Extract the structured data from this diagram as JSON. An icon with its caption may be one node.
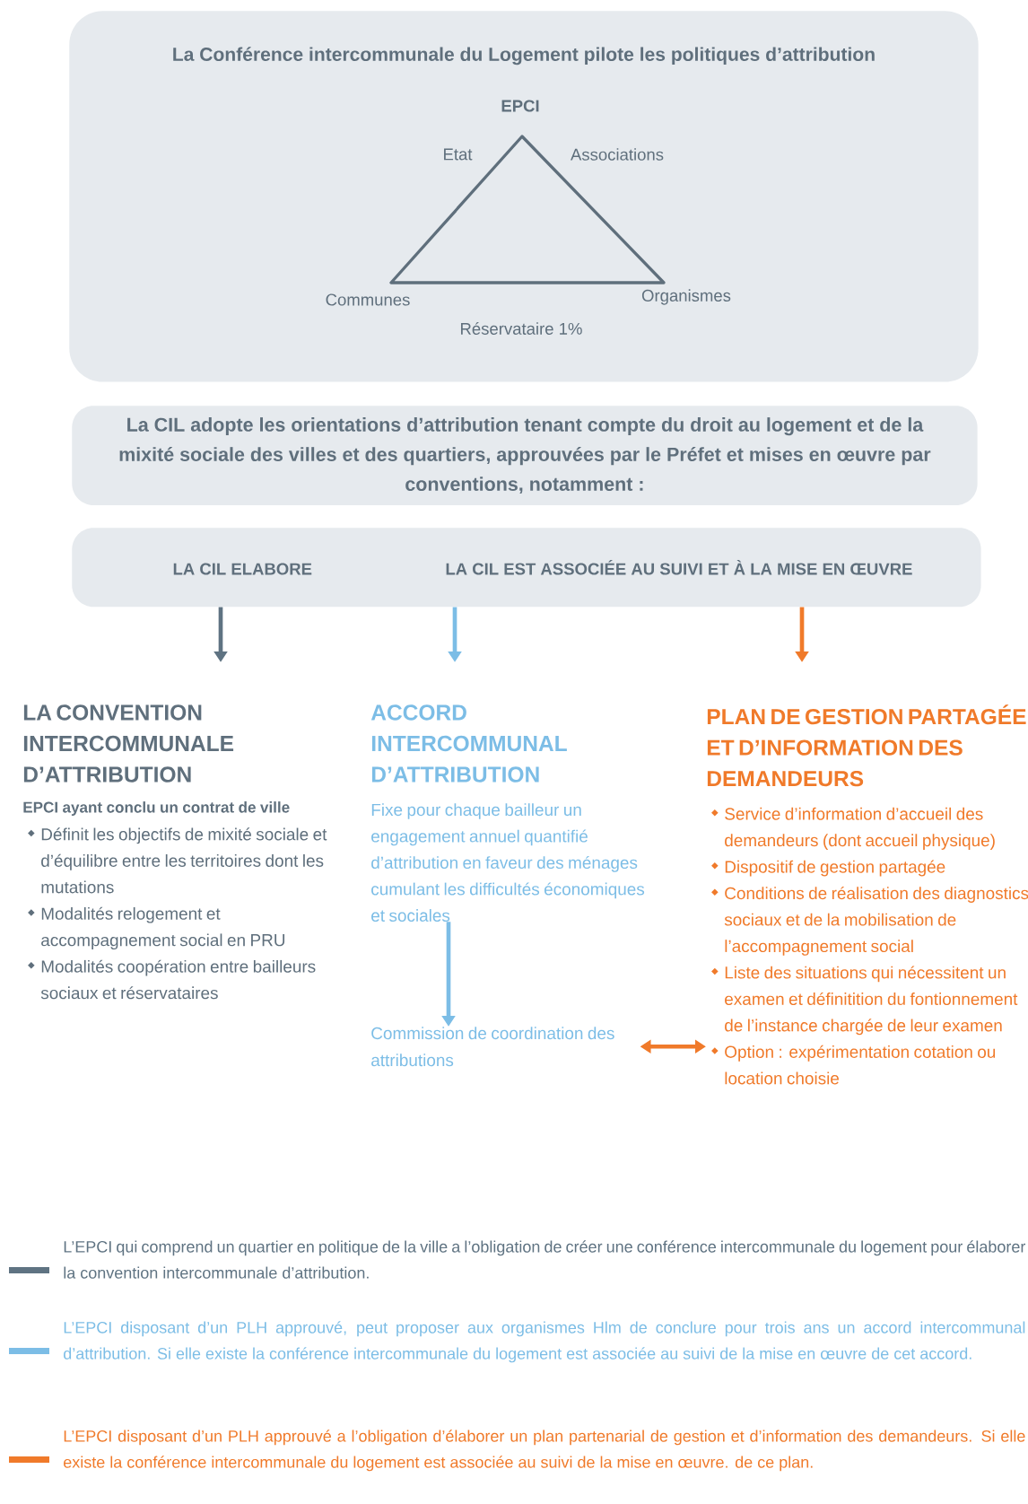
{
  "diagram": {
    "nodes": [
      {
        "text": [
          "La Conférence intercommunale du Logement pilote les politiques d’attribution"
        ]
      },
      {
        "text": [
          "La CIL adopte les orientations d’attribution tenant compte du droit au logement et de la mixité sociale des villes et des quartiers, approuvées par le Préfet et mises en œuvre par conventions, notamment :"
        ]
      },
      {
        "text": [
          "LA CIL ELABORE",
          "LA CIL EST ASSOCIÉE AU SUIVI ET À LA MISE EN ŒUVRE"
        ]
      },
      {
        "text": [
          "LA CONVENTION INTERCOMMUNALE D’ATTRIBUTION",
          "EPCI ayant conclu un contrat de ville",
          "Définit les objectifs de mixité sociale et d’équilibre entre les territoires dont les mutations",
          "Modalités relogement et accompagnement social en PRU",
          "Modalités coopération entre bailleurs sociaux et réservataires"
        ]
      },
      {
        "text": [
          "ACCORD INTERCOMMUNAL D’ATTRIBUTION",
          "Fixe pour chaque bailleur un engagement annuel quantifié d’attribution en faveur des ménages cumulant les difficultés économiques et sociales"
        ]
      },
      {
        "text": [
          "Commission de coordination des attributions"
        ]
      },
      {
        "text": [
          "PLAN DE GESTION PARTAGÉE ET D’INFORMATION DES DEMANDEURS",
          "Service d’information d’accueil des demandeurs (dont accueil physique)",
          "Dispositif de gestion partagée",
          "Conditions de réalisation des diagnostics sociaux et de la mobilisation de l’accompagnement social",
          "Liste des situations qui nécessitent un examen et définitition du fontionnement de l’instance chargée de leur examen",
          "Option : expérimentation cotation ou location choisie"
        ]
      }
    ],
    "edges": [
      {
        "from": 2,
        "to": 3,
        "arrow": "to",
        "color": "#5f7382"
      },
      {
        "from": 2,
        "to": 4,
        "arrow": "to",
        "color": "#7cbde6"
      },
      {
        "from": 2,
        "to": 6,
        "arrow": "to",
        "color": "#f07a2a"
      },
      {
        "from": 4,
        "to": 5,
        "arrow": "to",
        "color": "#7cbde6"
      },
      {
        "from": 5,
        "to": 6,
        "arrow": "both",
        "color": "#f07a2a"
      }
    ],
    "labels": [
      "EPCI",
      "Etat",
      "Associations",
      "Communes",
      "Organismes",
      "Réservataire 1%"
    ],
    "legend": [
      {
        "text": "L’EPCI qui comprend un quartier en politique de la ville a l’obligation de créer une conférence intercommunale du logement pour élaborer la convention intercommunale d’attribution.",
        "color": "#5f7382"
      },
      {
        "text": "L’EPCI disposant d’un PLH approuvé, peut proposer aux organismes Hlm de conclure pour trois ans un accord intercommunal d’attribution. Si elle existe la conférence intercommunale du logement est associée au suivi de la mise en œuvre de cet accord.",
        "color": "#7cbde6"
      },
      {
        "text": "L’EPCI disposant d’un PLH approuvé a l’obligation d’élaborer un plan partenarial de gestion et d’information des demandeurs. Si elle existe la conférence intercommunale du logement est associée au suivi de la mise en œuvre. de ce plan.",
        "color": "#f07a2a"
      }
    ]
  }
}
